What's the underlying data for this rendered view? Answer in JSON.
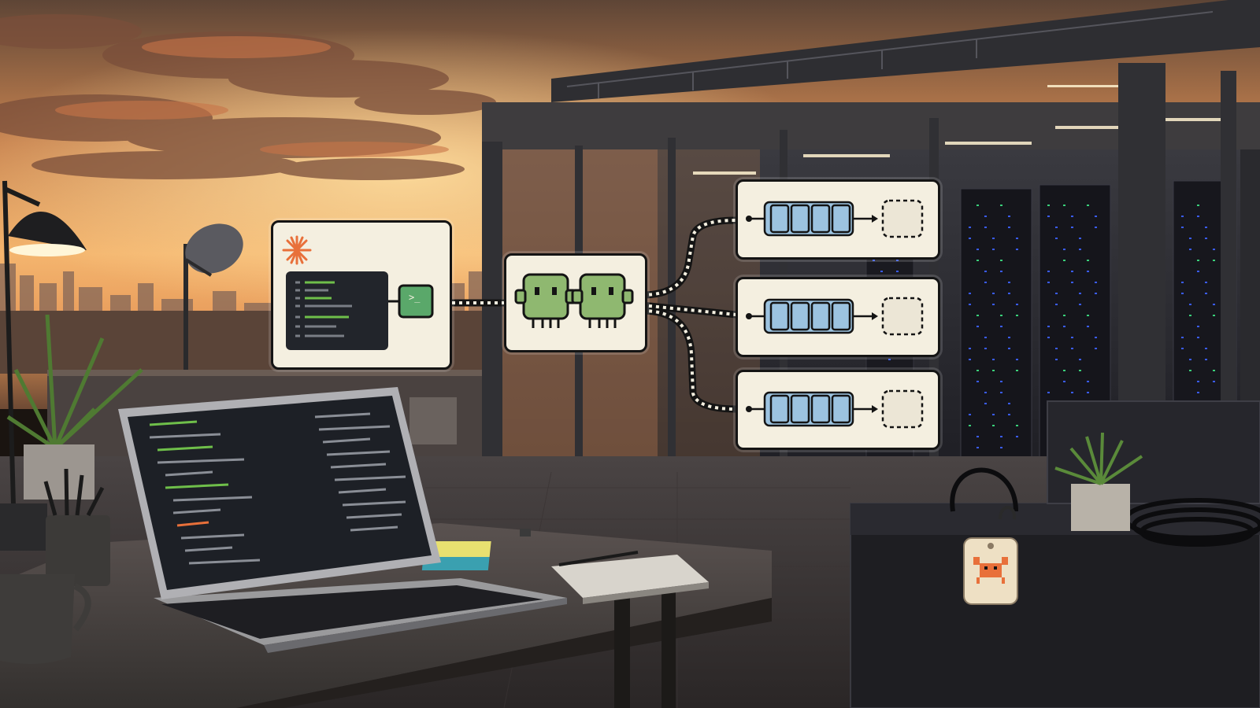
{
  "scene": {
    "description_tags": [
      "rooftop",
      "sunset",
      "data-center",
      "laptop",
      "workflow-overlay"
    ],
    "colors": {
      "sky_top": "#6b4a3a",
      "sky_mid": "#e09a5c",
      "sky_glow": "#f7c27a",
      "card_bg": "#f4efe0",
      "card_border": "#141414",
      "accent_orange": "#e8703a",
      "terminal_green": "#6fbf4a",
      "agent_green": "#8fb870",
      "queue_blue": "#9cc3e0",
      "server_led": "#3a5cff"
    }
  },
  "overlay": {
    "source_card": {
      "icon": "asterisk-burst-icon",
      "terminal_icon": "terminal-prompt-icon",
      "prompt_glyph": ">_"
    },
    "agents_card": {
      "icon": "twin-agents-icon",
      "agent_count": 2
    },
    "queues": [
      {
        "slots": 4,
        "target_icon": "dashed-slot-icon"
      },
      {
        "slots": 4,
        "target_icon": "dashed-slot-icon"
      },
      {
        "slots": 4,
        "target_icon": "dashed-slot-icon"
      }
    ]
  },
  "objects": {
    "tag_icon": "crab-icon",
    "laptop": "laptop-with-code-editor",
    "lamp": "desk-lamp-icon",
    "dish": "satellite-dish-icon"
  }
}
